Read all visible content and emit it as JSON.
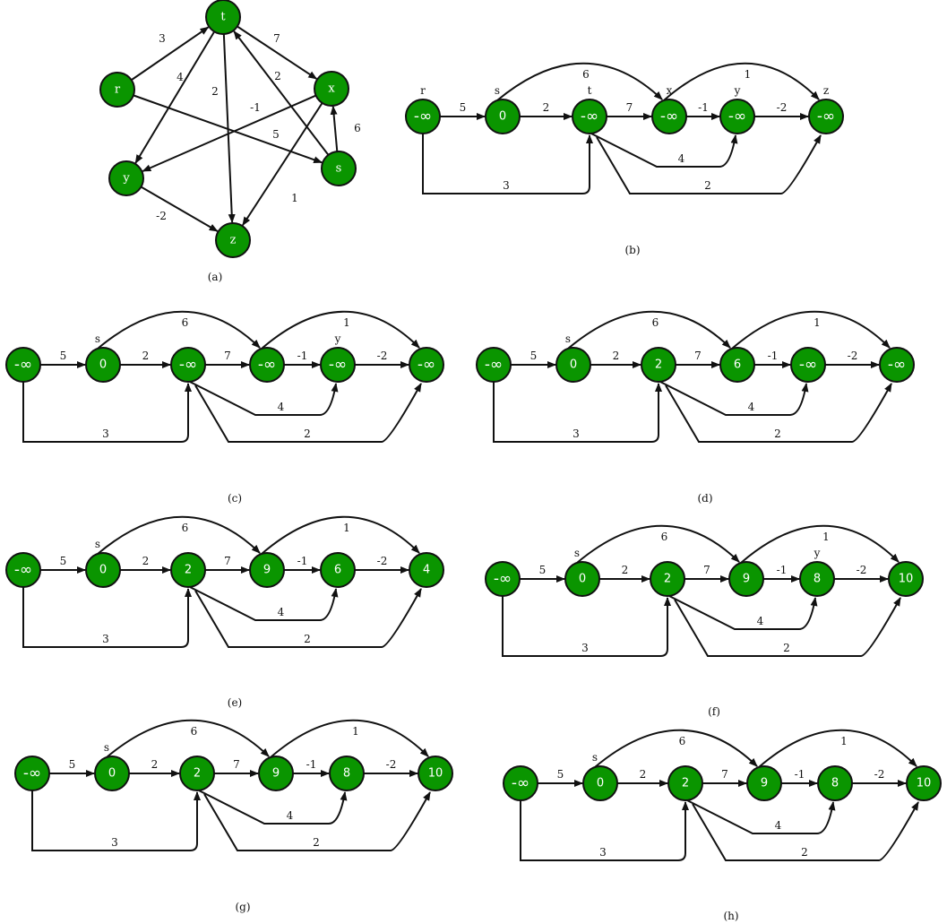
{
  "graph_a": {
    "caption": "(a)",
    "nodes": [
      {
        "id": "t",
        "label": "t"
      },
      {
        "id": "r",
        "label": "r"
      },
      {
        "id": "x",
        "label": "x"
      },
      {
        "id": "y",
        "label": "y"
      },
      {
        "id": "s",
        "label": "s"
      },
      {
        "id": "z",
        "label": "z"
      }
    ],
    "edges": [
      {
        "from": "r",
        "to": "t",
        "weight": "3"
      },
      {
        "from": "t",
        "to": "x",
        "weight": "7"
      },
      {
        "from": "t",
        "to": "y",
        "weight": "4"
      },
      {
        "from": "t",
        "to": "z",
        "weight": "2"
      },
      {
        "from": "s",
        "to": "t",
        "weight": "2"
      },
      {
        "from": "x",
        "to": "y",
        "weight": "-1"
      },
      {
        "from": "r",
        "to": "s",
        "weight": "5"
      },
      {
        "from": "s",
        "to": "x",
        "weight": "6"
      },
      {
        "from": "x",
        "to": "z",
        "weight": "1"
      },
      {
        "from": "y",
        "to": "z",
        "weight": "-2"
      }
    ]
  },
  "steps": [
    {
      "panel": "b",
      "caption": "(b)",
      "values": [
        "-∞",
        "0",
        "-∞",
        "-∞",
        "-∞",
        "-∞"
      ],
      "tags": [
        "r",
        "s",
        "t",
        "x",
        "y",
        "z"
      ]
    },
    {
      "panel": "c",
      "caption": "(c)",
      "values": [
        "-∞",
        "0",
        "-∞",
        "-∞",
        "-∞",
        "-∞"
      ],
      "tags": [
        "",
        "s",
        "",
        "",
        "y",
        ""
      ]
    },
    {
      "panel": "d",
      "caption": "(d)",
      "values": [
        "-∞",
        "0",
        "2",
        "6",
        "-∞",
        "-∞"
      ],
      "tags": [
        "",
        "s",
        "",
        "",
        "",
        ""
      ]
    },
    {
      "panel": "e",
      "caption": "(e)",
      "values": [
        "-∞",
        "0",
        "2",
        "9",
        "6",
        "4"
      ],
      "tags": [
        "",
        "s",
        "",
        "",
        "",
        ""
      ]
    },
    {
      "panel": "f",
      "caption": "(f)",
      "values": [
        "-∞",
        "0",
        "2",
        "9",
        "8",
        "10"
      ],
      "tags": [
        "",
        "s",
        "",
        "",
        "y",
        ""
      ]
    },
    {
      "panel": "g",
      "caption": "(g)",
      "values": [
        "-∞",
        "0",
        "2",
        "9",
        "8",
        "10"
      ],
      "tags": [
        "",
        "s",
        "",
        "",
        "",
        ""
      ]
    },
    {
      "panel": "h",
      "caption": "(h)",
      "values": [
        "-∞",
        "0",
        "2",
        "9",
        "8",
        "10"
      ],
      "tags": [
        "",
        "s",
        "",
        "",
        "",
        ""
      ]
    }
  ],
  "linear_edges": [
    {
      "from": 0,
      "to": 1,
      "weight": "5"
    },
    {
      "from": 1,
      "to": 2,
      "weight": "2"
    },
    {
      "from": 2,
      "to": 3,
      "weight": "7"
    },
    {
      "from": 3,
      "to": 4,
      "weight": "-1"
    },
    {
      "from": 4,
      "to": 5,
      "weight": "-2"
    },
    {
      "from": 1,
      "to": 3,
      "weight": "6"
    },
    {
      "from": 3,
      "to": 5,
      "weight": "1"
    },
    {
      "from": 2,
      "to": 4,
      "weight": "4"
    },
    {
      "from": 2,
      "to": 5,
      "weight": "2"
    },
    {
      "from": 0,
      "to": 2,
      "weight": "3"
    }
  ]
}
